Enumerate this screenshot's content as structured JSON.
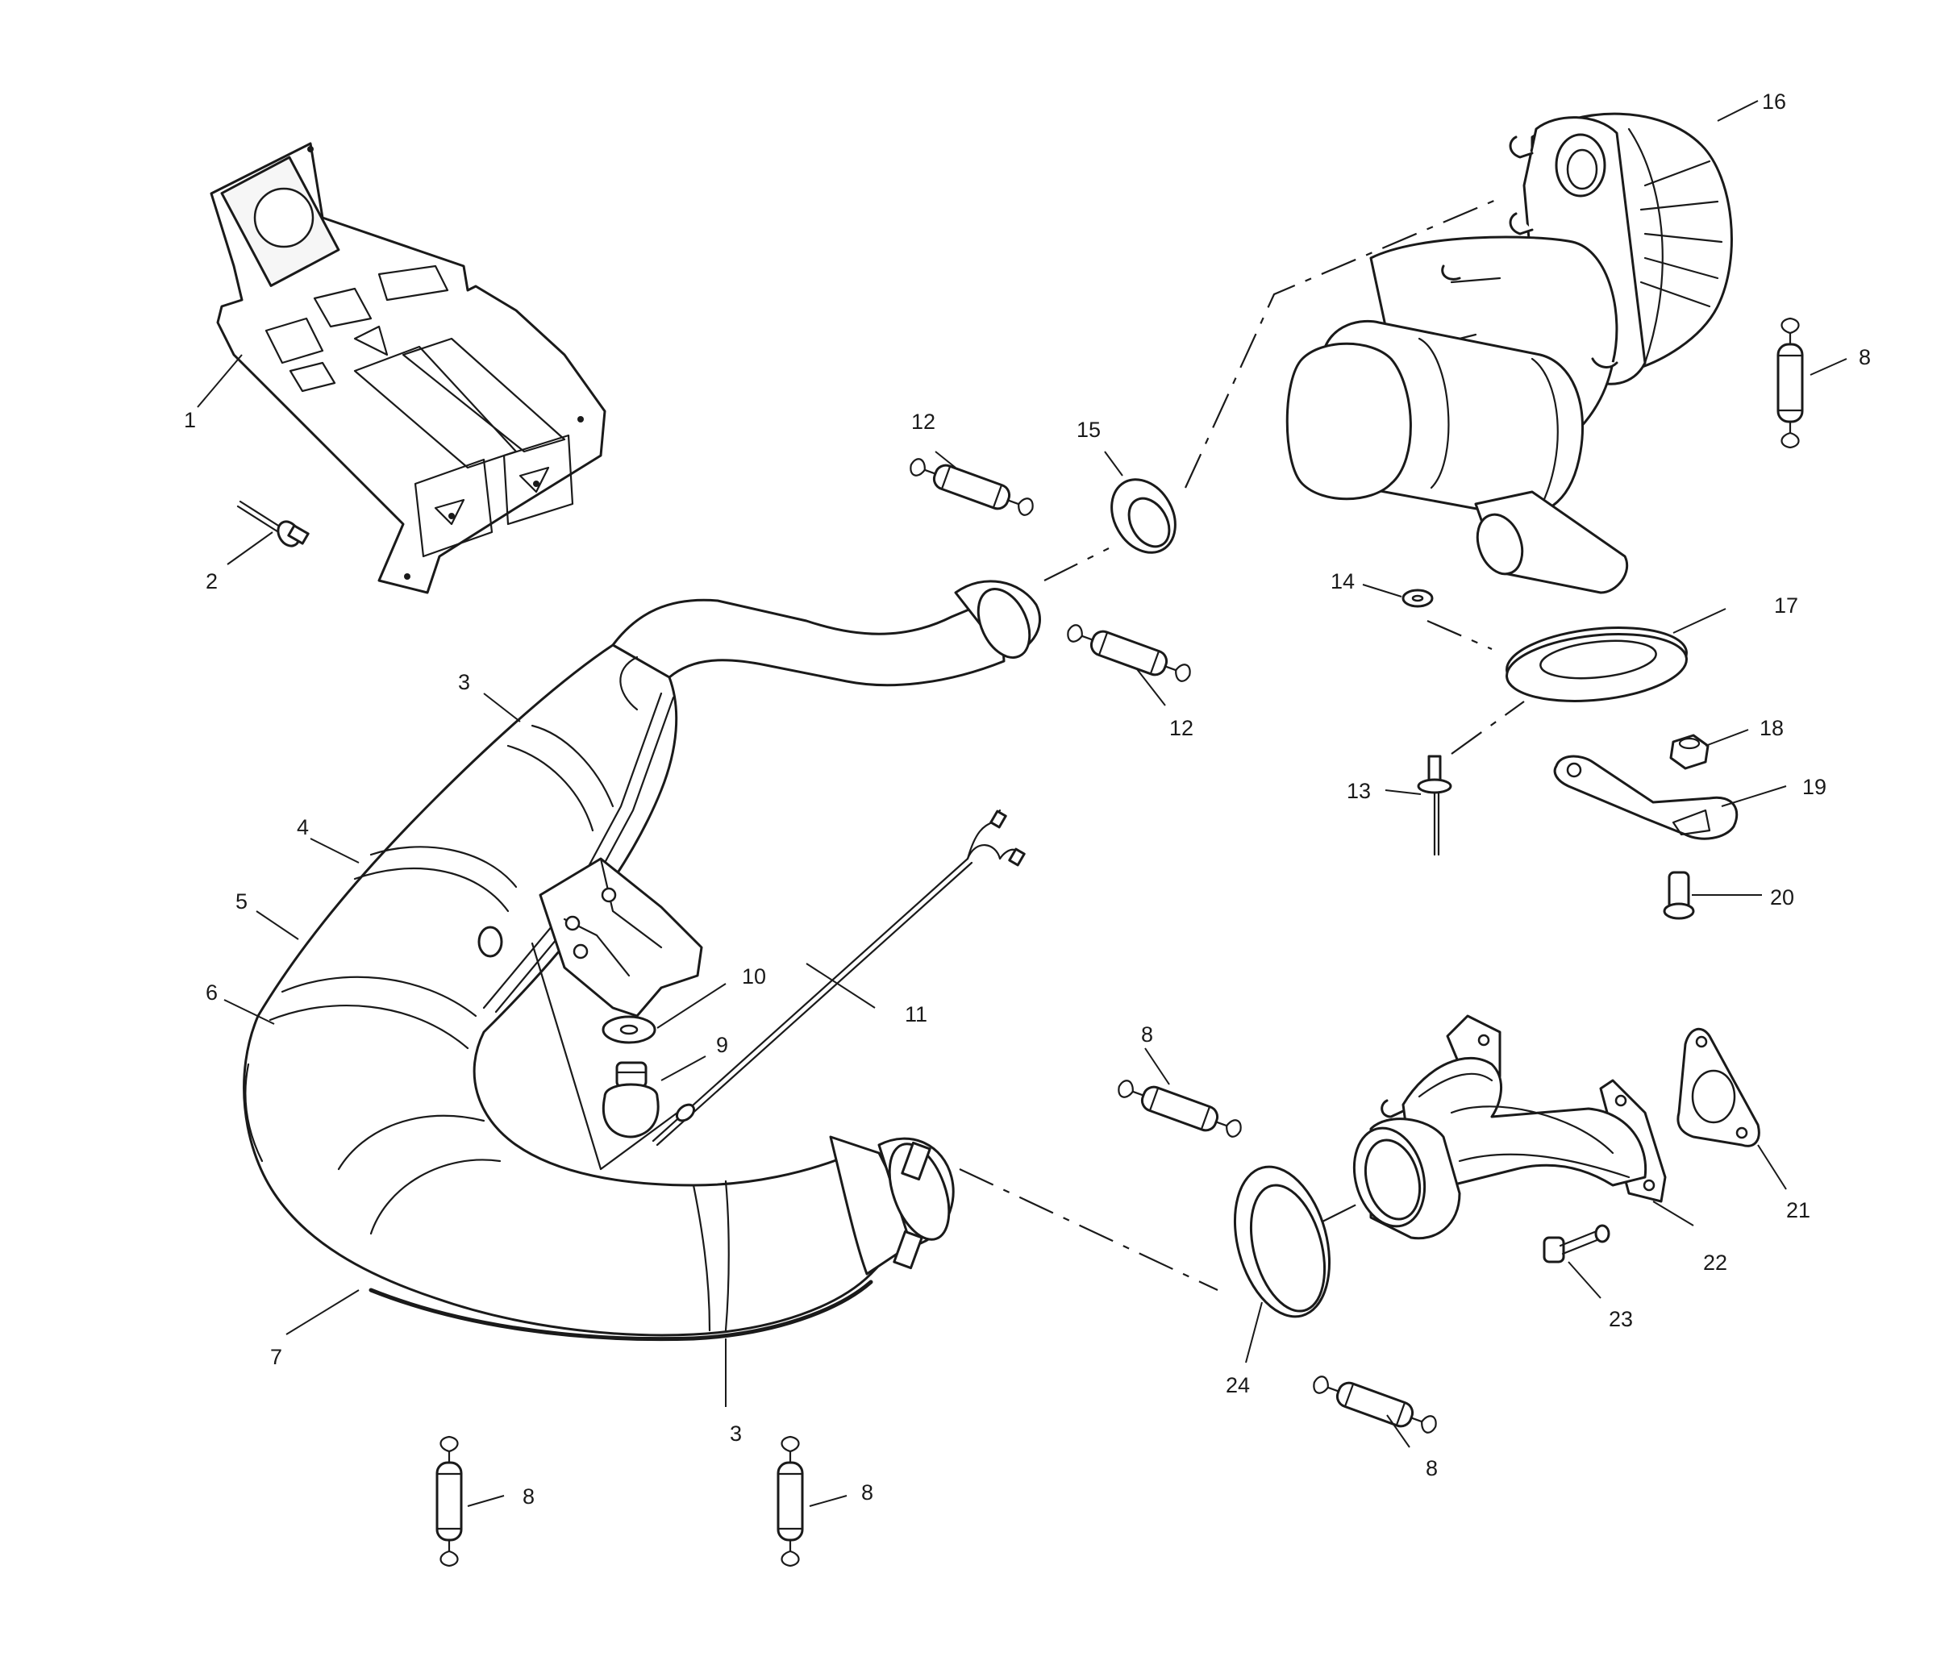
{
  "callouts": {
    "c1": "1",
    "c2": "2",
    "c3a": "3",
    "c3b": "3",
    "c4": "4",
    "c5": "5",
    "c6": "6",
    "c7": "7",
    "c8a": "8",
    "c8b": "8",
    "c8c": "8",
    "c8d": "8",
    "c8e": "8",
    "c9": "9",
    "c10": "10",
    "c11": "11",
    "c12a": "12",
    "c12b": "12",
    "c13": "13",
    "c14": "14",
    "c15": "15",
    "c16": "16",
    "c17": "17",
    "c18": "18",
    "c19": "19",
    "c20": "20",
    "c21": "21",
    "c22": "22",
    "c23": "23",
    "c24": "24"
  }
}
